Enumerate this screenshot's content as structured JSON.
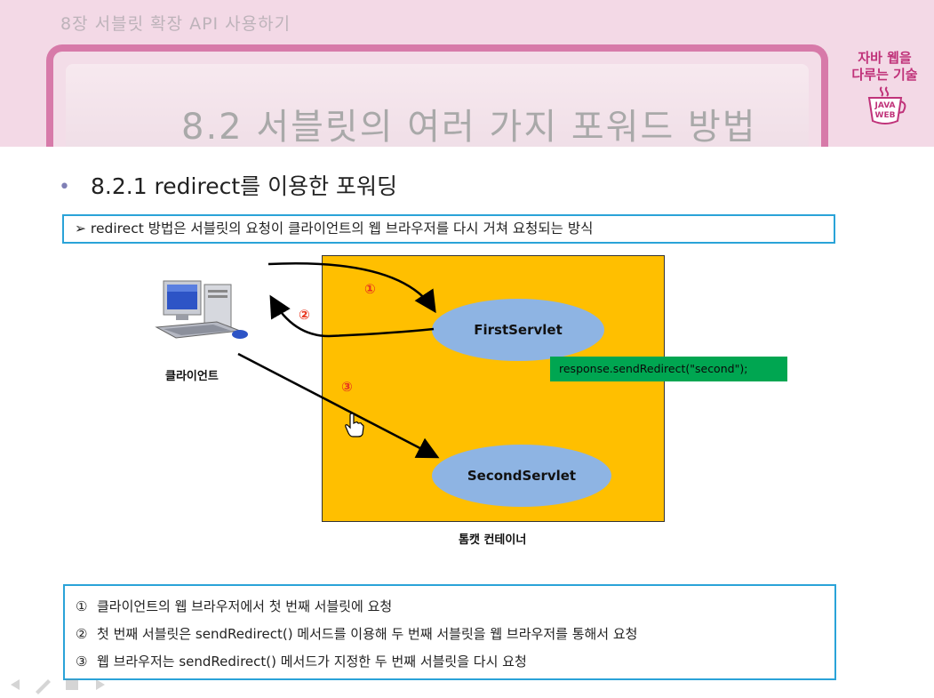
{
  "header": {
    "chapter": "8장  서블릿 확장 API 사용하기",
    "title": "8.2 서블릿의 여러 가지 포워드 방법",
    "logo_line1": "자바 웹을",
    "logo_line2": "다루는 기술",
    "logo_badge_line1": "JAVA",
    "logo_badge_line2": "WEB"
  },
  "section": {
    "bullet": "•",
    "heading": "8.2.1 redirect를 이용한 포워딩"
  },
  "summary": "➢ redirect 방법은 서블릿의 요청이 클라이언트의 웹 브라우저를 다시 거쳐 요청되는 방식",
  "diagram": {
    "client_label": "클라이언트",
    "container_label": "톰캣 컨테이너",
    "servlet1": "FirstServlet",
    "servlet2": "SecondServlet",
    "code": "response.sendRedirect(\"second\");",
    "step1": "①",
    "step2": "②",
    "step3": "③"
  },
  "steps": [
    {
      "mark": "①",
      "text": "클라이언트의 웹 브라우저에서 첫 번째 서블릿에 요청"
    },
    {
      "mark": "②",
      "text": "첫 번째 서블릿은 sendRedirect() 메서드를 이용해 두 번째 서블릿을 웹 브라우저를 통해서 요청"
    },
    {
      "mark": "③",
      "text": "웹 브라우저는 sendRedirect() 메서드가 지정한 두 번째 서블릿을 다시 요청"
    }
  ],
  "colors": {
    "accent_pink": "#d77aa9",
    "container": "#ffbf00",
    "servlet": "#8eb4e3",
    "code_bg": "#00a651",
    "box_border": "#2aa3d8",
    "step_number": "#e8351e"
  },
  "icons": [
    "desktop-computer-icon",
    "hand-cursor-icon",
    "java-cup-icon",
    "prev-slide-icon",
    "pen-icon",
    "menu-icon",
    "next-slide-icon"
  ]
}
